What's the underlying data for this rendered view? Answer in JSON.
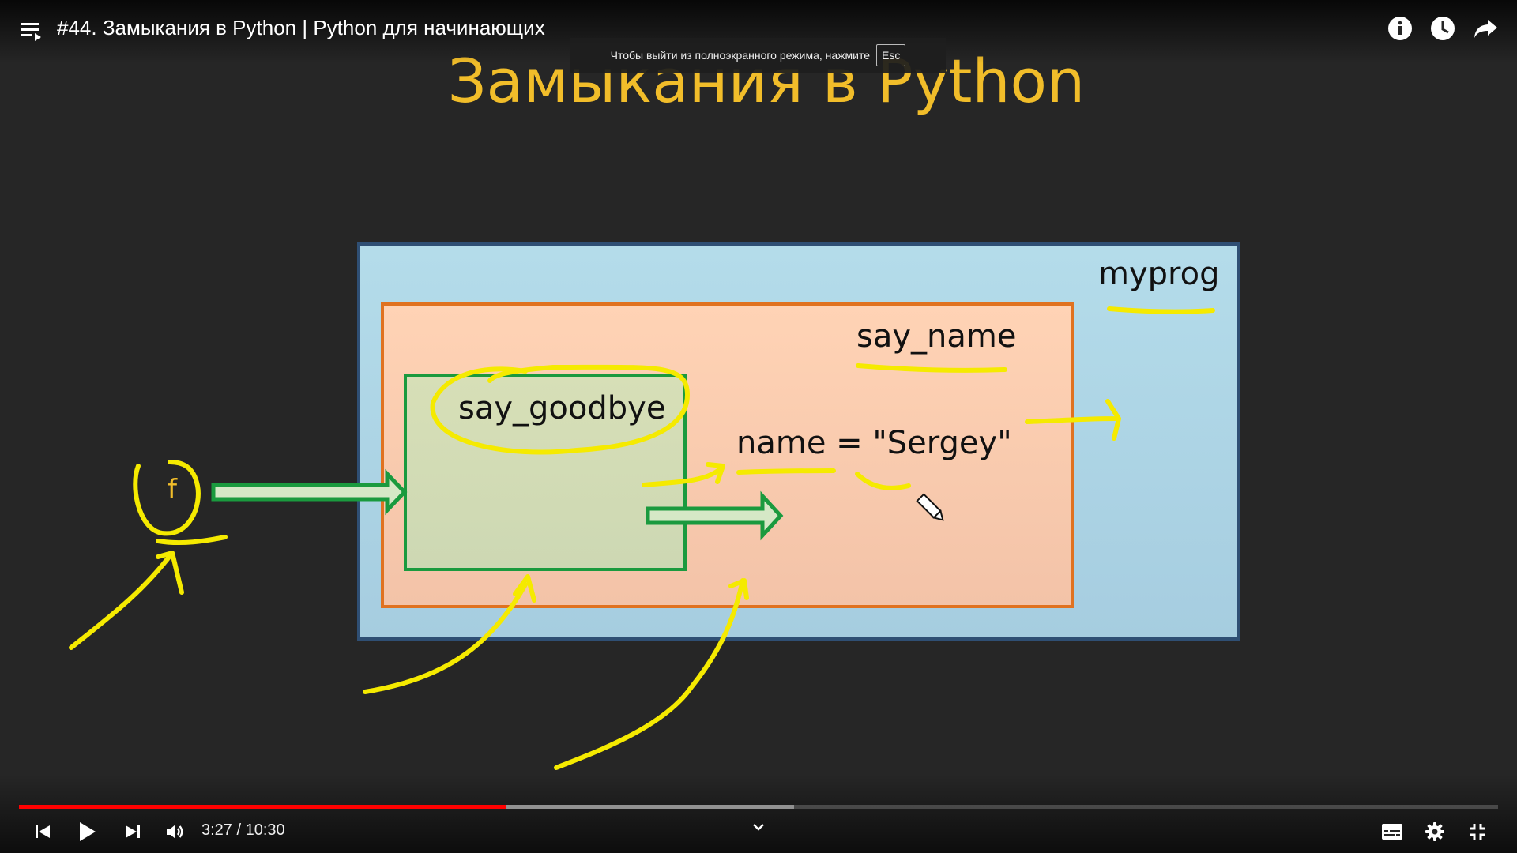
{
  "video": {
    "title": "#44. Замыкания в Python | Python для начинающих"
  },
  "fullscreen_toast": {
    "text": "Чтобы выйти из полноэкранного режима, нажмите",
    "key": "Esc"
  },
  "slide": {
    "title": "Замыкания в Python",
    "labels": {
      "myprog": "myprog",
      "say_name": "say_name",
      "say_goodbye": "say_goodbye",
      "name_assignment": "name = \"Sergey\"",
      "f": "f"
    }
  },
  "controls": {
    "time_display": "3:27 / 10:30",
    "progress_fraction": 0.3295,
    "buffered_fraction": 0.5242
  },
  "colors": {
    "slide_title": "#f1bd2a",
    "progress_played": "#ff0000",
    "annotation_yellow": "#f5ea00"
  },
  "icons": {
    "top_left": "playlist-icon",
    "top_right": [
      "info-icon",
      "watch-later-icon",
      "share-icon"
    ],
    "bottom_left": [
      "skip-previous-icon",
      "play-icon",
      "skip-next-icon",
      "volume-icon"
    ],
    "bottom_right": [
      "subtitles-icon",
      "settings-icon",
      "exit-fullscreen-icon"
    ]
  }
}
